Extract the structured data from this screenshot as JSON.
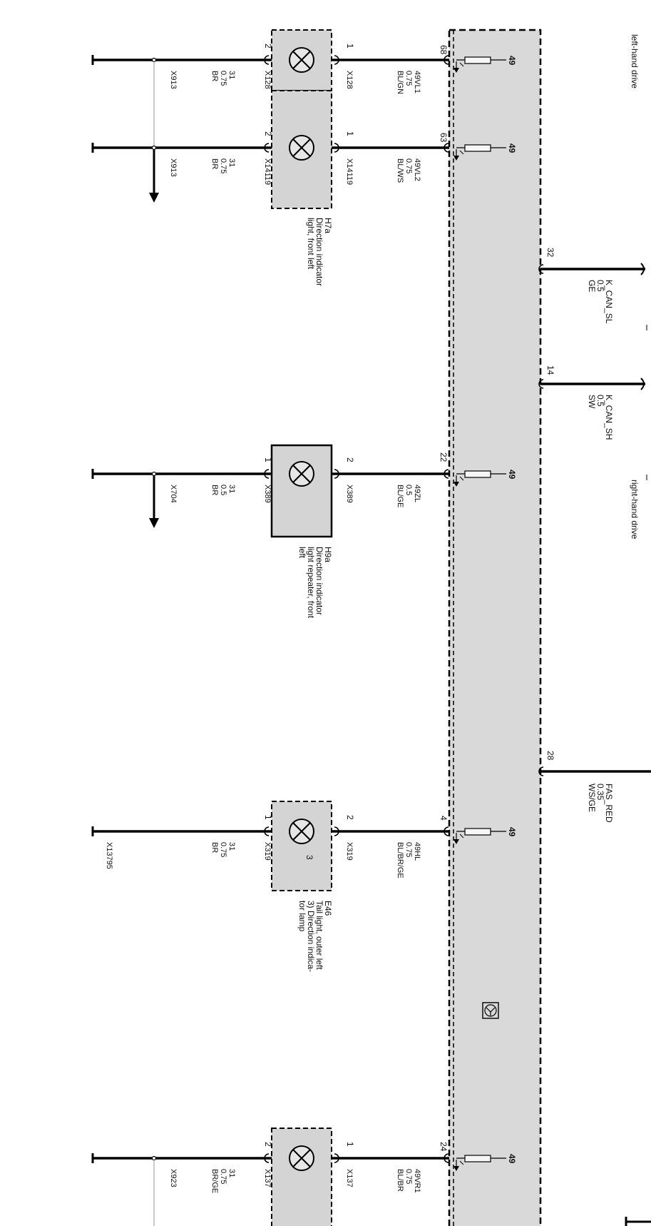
{
  "region_labels": {
    "lhd": "left-hand drive",
    "rhd": "right-hand drive"
  },
  "circuits": [
    {
      "pin": "68",
      "fuse": "49",
      "wire_id": "49VL1",
      "wire_size": "0.75",
      "wire_color": "BL/GN",
      "lamp_in_pin": "1",
      "lamp_out_pin": "2",
      "conn_in": "X128",
      "conn_out": "X128",
      "gnd_id": "31",
      "gnd_size": "0.75",
      "gnd_color": "BR",
      "gnd_conn": "X913"
    },
    {
      "pin": "63",
      "fuse": "49",
      "wire_id": "49VL2",
      "wire_size": "0.75",
      "wire_color": "BL/WS",
      "lamp_in_pin": "1",
      "lamp_out_pin": "2",
      "conn_in": "X14119",
      "conn_out": "X14119",
      "gnd_id": "31",
      "gnd_size": "0.75",
      "gnd_color": "BR",
      "gnd_conn": "X913"
    },
    {
      "pin": "22",
      "fuse": "49",
      "wire_id": "49ZL",
      "wire_size": "0.5",
      "wire_color": "BL/GE",
      "lamp_in_pin": "2",
      "lamp_out_pin": "1",
      "conn_in": "X389",
      "conn_out": "X389",
      "gnd_id": "31",
      "gnd_size": "0.5",
      "gnd_color": "BR",
      "gnd_conn": "X704"
    },
    {
      "pin": "4",
      "fuse": "49",
      "wire_id": "49HL",
      "wire_size": "0.75",
      "wire_color": "BL/BR/GE",
      "lamp_in_pin": "2",
      "lamp_out_pin": "1",
      "conn_in": "X319",
      "conn_out": "X319",
      "gnd_id": "31",
      "gnd_size": "0.75",
      "gnd_color": "BR",
      "gnd_conn": "X13795"
    },
    {
      "pin": "24",
      "fuse": "49",
      "wire_id": "49VR1",
      "wire_size": "0.75",
      "wire_color": "BL/BR",
      "lamp_in_pin": "1",
      "lamp_out_pin": "2",
      "conn_in": "X137",
      "conn_out": "X137",
      "gnd_id": "31",
      "gnd_size": "0.75",
      "gnd_color": "BR/GE",
      "gnd_conn": "X923"
    }
  ],
  "bus_lines": [
    {
      "pin": "32",
      "name": "K_CAN_SL",
      "size": "0.5",
      "color": "GE"
    },
    {
      "pin": "14",
      "name": "K_CAN_SH",
      "size": "0.5",
      "color": "SW"
    },
    {
      "pin": "28",
      "name": "FAS_RED",
      "size": "0.35",
      "color": "WS/GE"
    }
  ],
  "components": [
    {
      "id": "H7a",
      "lines": [
        "Direction indicator",
        "light, front left"
      ]
    },
    {
      "id": "H9a",
      "lines": [
        "Direction indicator",
        "light repeater, front",
        "left"
      ]
    },
    {
      "id": "E46",
      "lines": [
        "Tail light, outer left",
        "3) Direction indica-",
        "tor lamp"
      ],
      "lamp_tag": "3"
    }
  ],
  "colors": {
    "module_fill": "#d9d9d9",
    "lamp_box_fill": "#d4d4d4",
    "wire": "#000000",
    "ground_line": "#9a9a9a"
  }
}
